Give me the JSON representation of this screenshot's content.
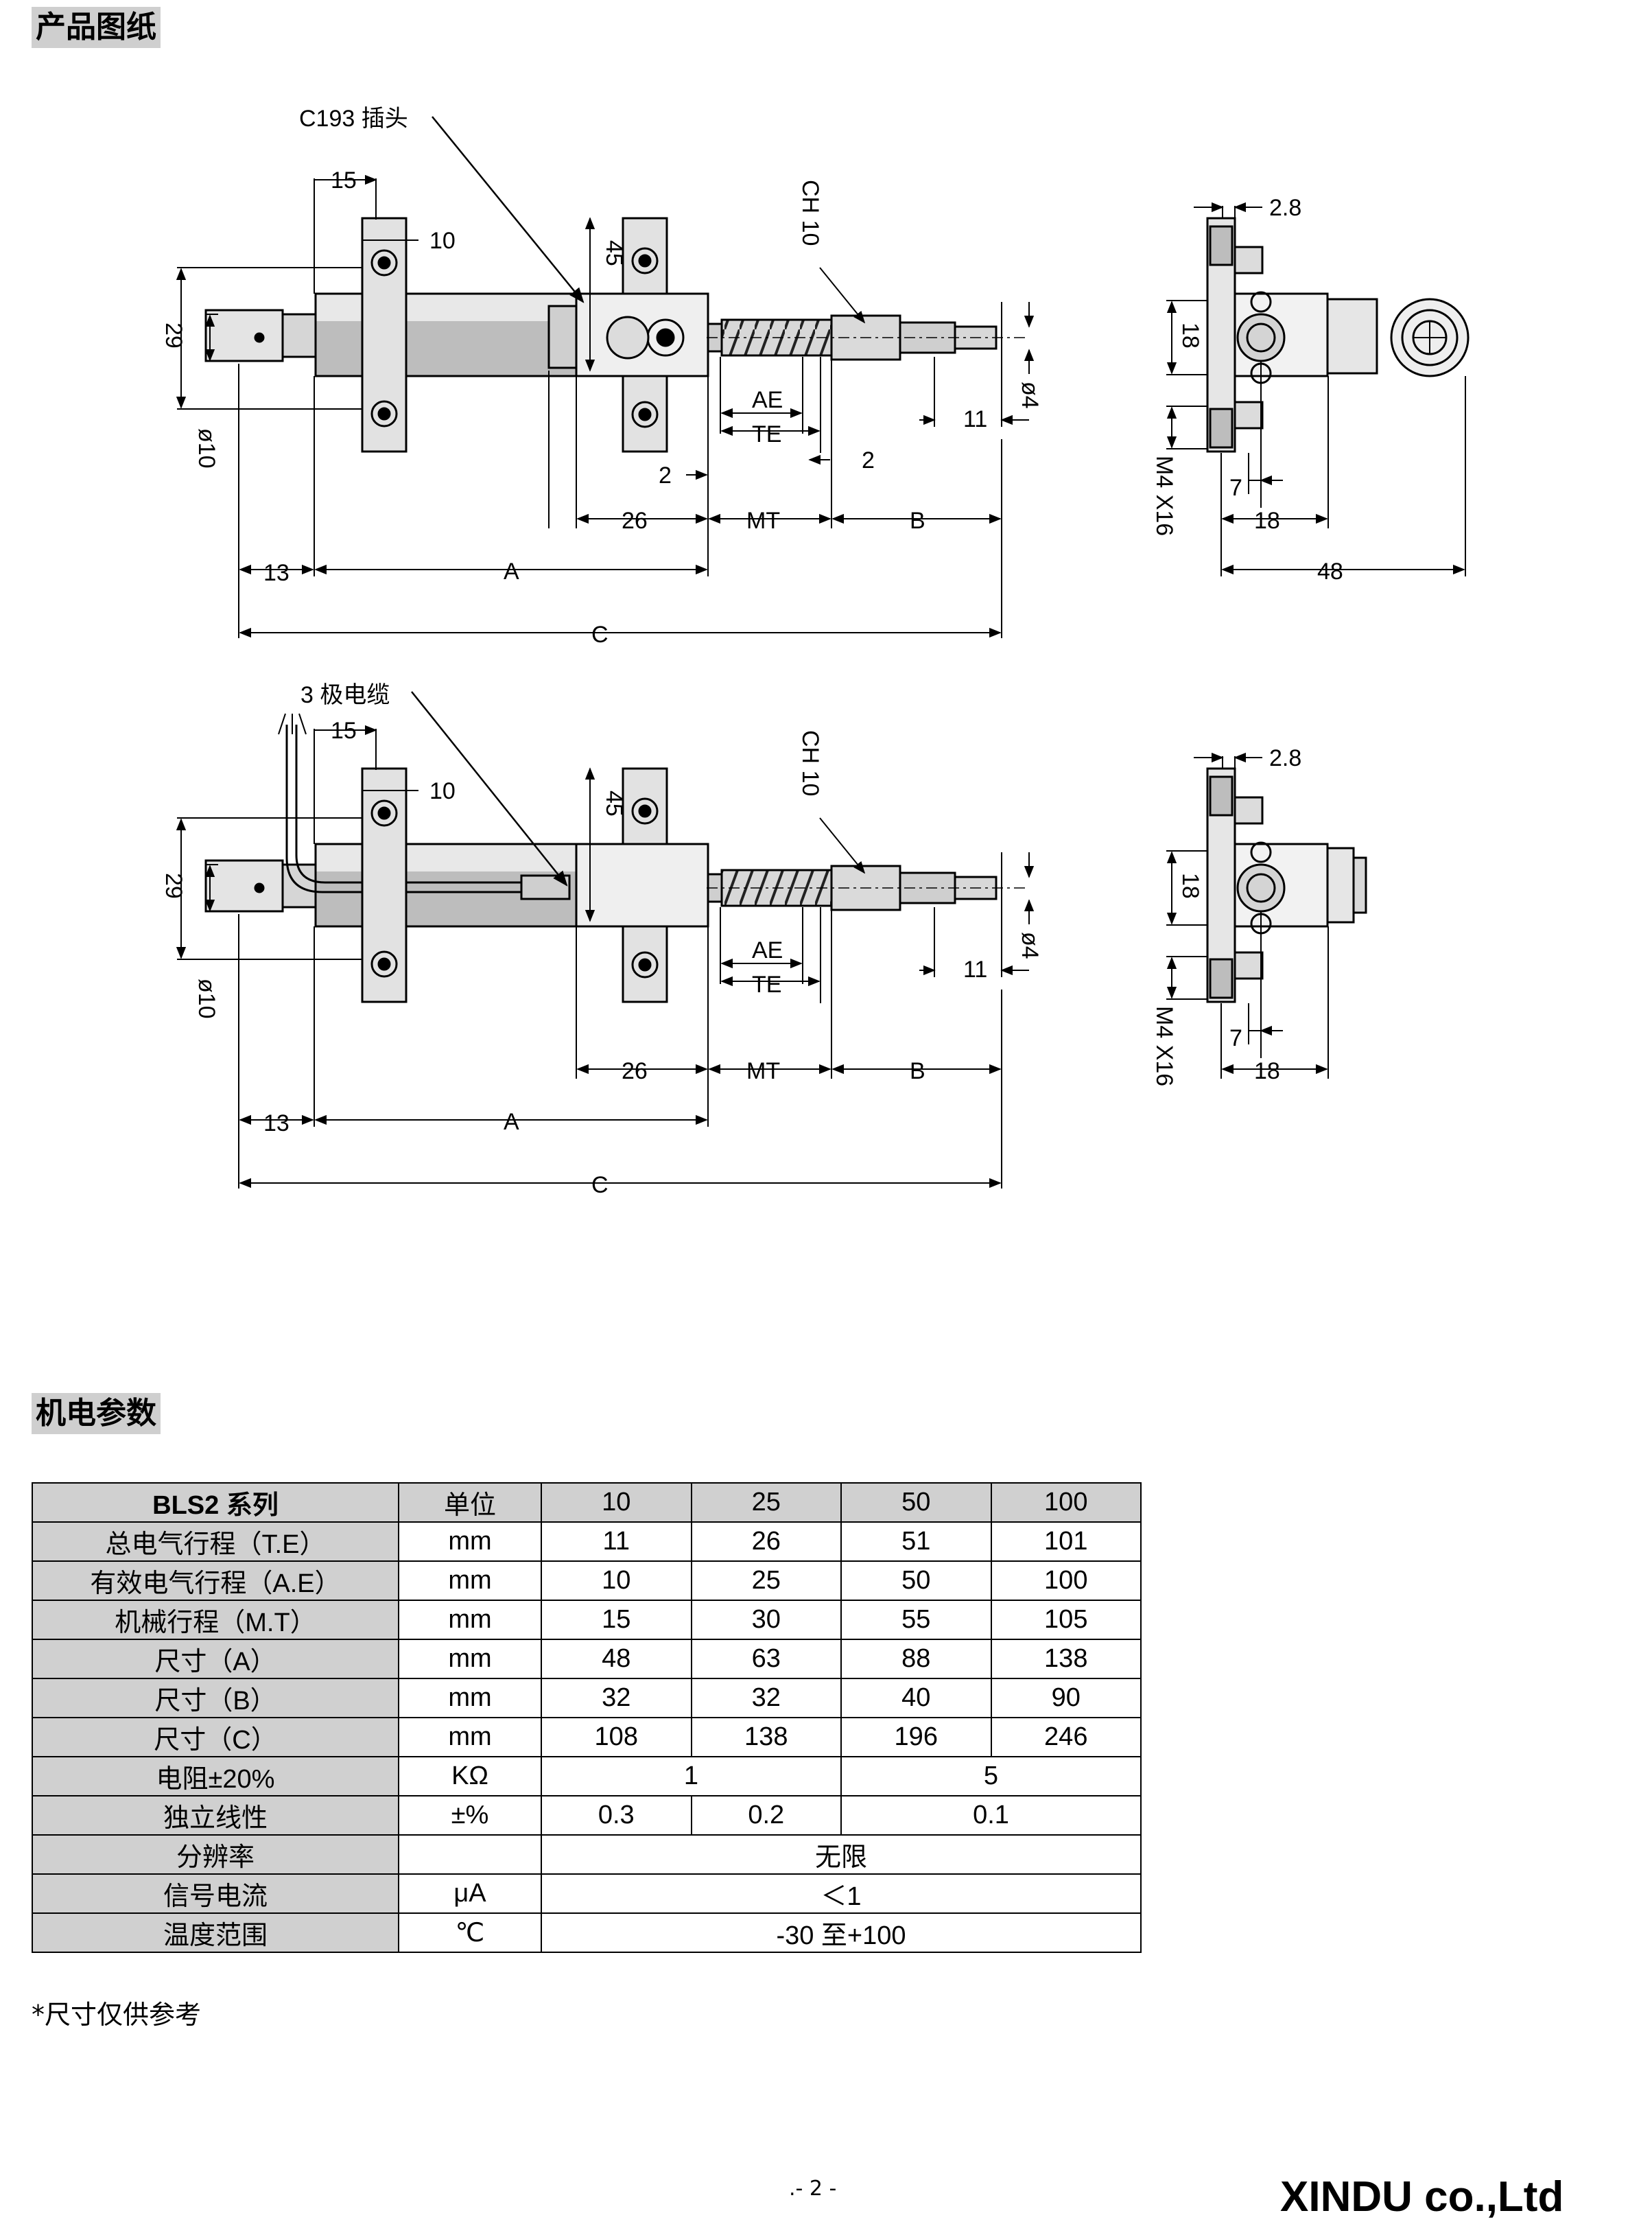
{
  "sections": {
    "drawing_title": "产品图纸",
    "params_title": "机电参数"
  },
  "drawing1": {
    "connector_label": "C193 插头",
    "dim_15": "15",
    "dim_10": "10",
    "dim_45": "45",
    "dim_29": "29",
    "dim_phi10": "ø10",
    "dim_ch10": "CH 10",
    "dim_ae": "AE",
    "dim_te": "TE",
    "dim_2a": "2",
    "dim_2b": "2",
    "dim_11": "11",
    "dim_phi4": "ø4",
    "dim_26": "26",
    "dim_mt": "MT",
    "dim_b": "B",
    "dim_13": "13",
    "dim_a": "A",
    "dim_c": "C"
  },
  "side1": {
    "dim_28": "2.8",
    "dim_18": "18",
    "dim_m4": "M4 X16",
    "dim_7": "7",
    "dim_18b": "18",
    "dim_48": "48"
  },
  "drawing2": {
    "cable_label": "3 极电缆",
    "dim_15": "15",
    "dim_10": "10",
    "dim_45": "45",
    "dim_29": "29",
    "dim_phi10": "ø10",
    "dim_ch10": "CH 10",
    "dim_ae": "AE",
    "dim_te": "TE",
    "dim_11": "11",
    "dim_phi4": "ø4",
    "dim_26": "26",
    "dim_mt": "MT",
    "dim_b": "B",
    "dim_13": "13",
    "dim_a": "A",
    "dim_c": "C"
  },
  "side2": {
    "dim_28": "2.8",
    "dim_18": "18",
    "dim_m4": "M4 X16",
    "dim_7": "7",
    "dim_18b": "18"
  },
  "table": {
    "header": {
      "label": "BLS2 系列",
      "unit": "单位",
      "cols": [
        "10",
        "25",
        "50",
        "100"
      ]
    },
    "te": {
      "label": "总电气行程（T.E）",
      "unit": "mm",
      "v": [
        "11",
        "26",
        "51",
        "101"
      ]
    },
    "ae": {
      "label": "有效电气行程（A.E）",
      "unit": "mm",
      "v": [
        "10",
        "25",
        "50",
        "100"
      ]
    },
    "mt": {
      "label": "机械行程（M.T）",
      "unit": "mm",
      "v": [
        "15",
        "30",
        "55",
        "105"
      ]
    },
    "a": {
      "label": "尺寸（A）",
      "unit": "mm",
      "v": [
        "48",
        "63",
        "88",
        "138"
      ]
    },
    "b": {
      "label": "尺寸（B）",
      "unit": "mm",
      "v": [
        "32",
        "32",
        "40",
        "90"
      ]
    },
    "c": {
      "label": "尺寸（C）",
      "unit": "mm",
      "v": [
        "108",
        "138",
        "196",
        "246"
      ]
    },
    "res": {
      "label": "电阻±20%",
      "unit": "KΩ",
      "v": [
        "1",
        "5"
      ]
    },
    "lin": {
      "label": "独立线性",
      "unit": "±%",
      "v": [
        "0.3",
        "0.2",
        "0.1"
      ]
    },
    "resolution": {
      "label": "分辨率",
      "unit": "",
      "v": "无限"
    },
    "current": {
      "label": "信号电流",
      "unit": "μA",
      "v": "＜1"
    },
    "temp": {
      "label": "温度范围",
      "unit": "℃",
      "v": "-30 至+100"
    }
  },
  "footnote": "*尺寸仅供参考",
  "page_number": ".- 2 -",
  "company": "XINDU co.,Ltd"
}
